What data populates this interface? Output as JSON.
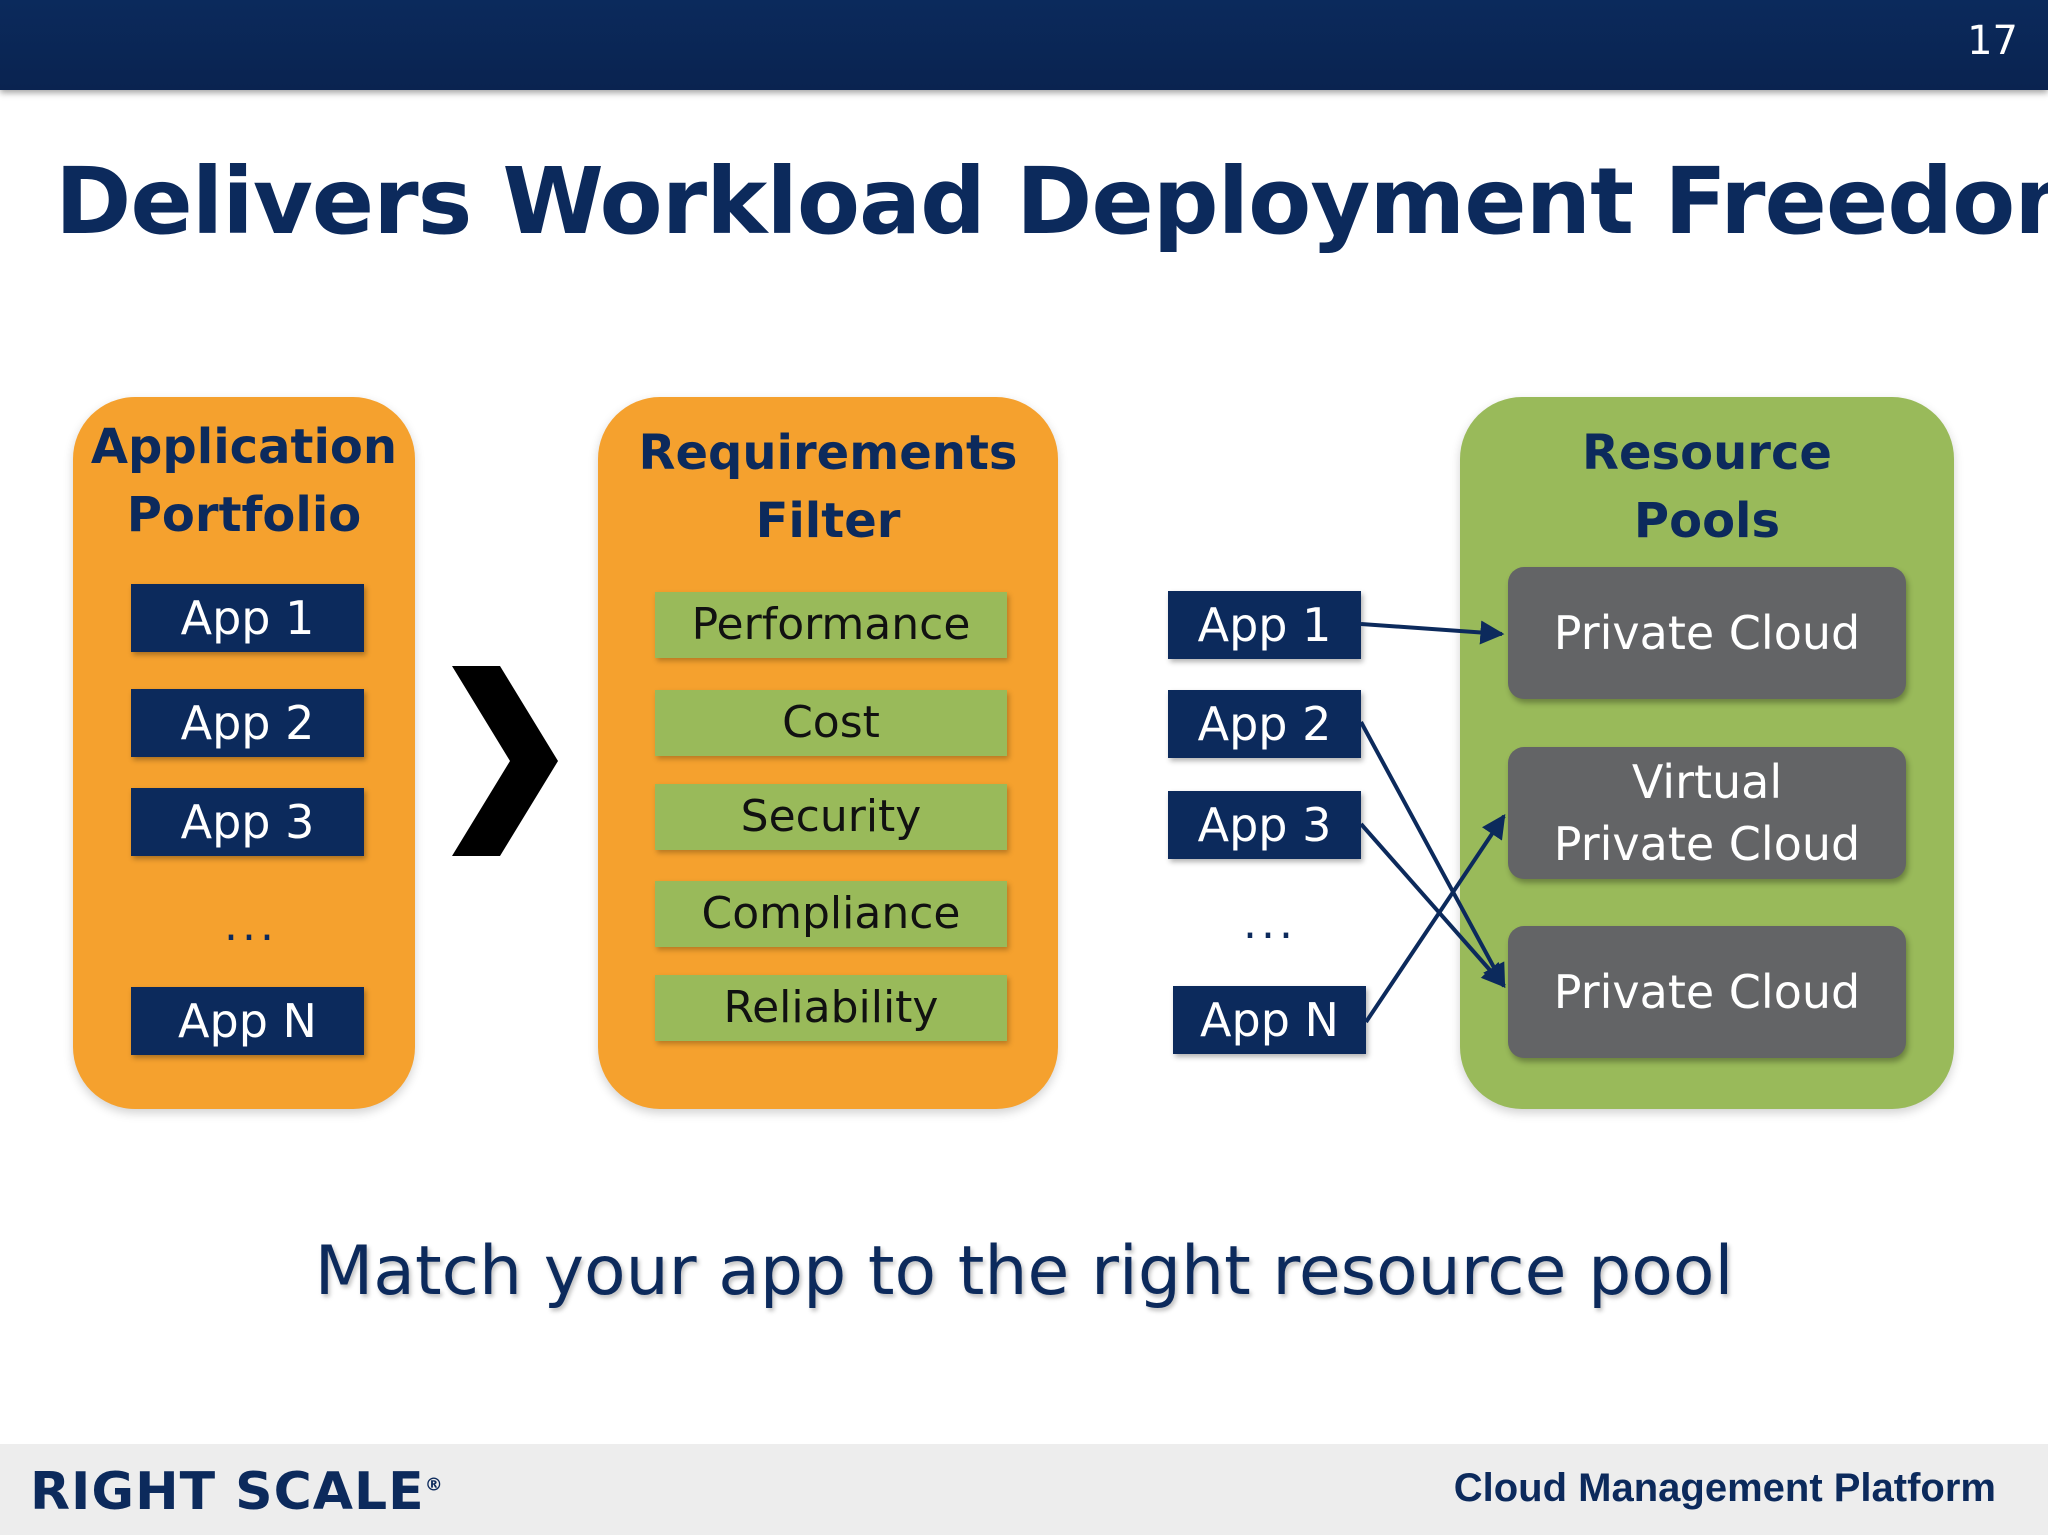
{
  "page_number": "17",
  "title": "Delivers Workload Deployment Freedom",
  "portfolio": {
    "title_line1": "Application",
    "title_line2": "Portfolio",
    "apps": [
      "App 1",
      "App 2",
      "App 3",
      "App N"
    ],
    "ellipsis": "..."
  },
  "filter": {
    "title_line1": "Requirements",
    "title_line2": "Filter",
    "items": [
      "Performance",
      "Cost",
      "Security",
      "Compliance",
      "Reliability"
    ]
  },
  "assignment": {
    "apps": [
      "App 1",
      "App 2",
      "App 3",
      "App N"
    ],
    "ellipsis": "..."
  },
  "pools": {
    "title_line1": "Resource",
    "title_line2": "Pools",
    "clouds": [
      {
        "line1": "Private Cloud",
        "line2": ""
      },
      {
        "line1": "Virtual",
        "line2": "Private Cloud"
      },
      {
        "line1": "Private Cloud",
        "line2": ""
      }
    ]
  },
  "tagline": "Match your app to the right resource pool",
  "footer": {
    "logo_text": "RIGHT SCALE",
    "logo_mark": "®",
    "right_text": "Cloud Management Platform"
  },
  "colors": {
    "navy": "#0c2a5c",
    "orange": "#f5a12e",
    "green": "#99ba5a",
    "gray": "#636466"
  }
}
